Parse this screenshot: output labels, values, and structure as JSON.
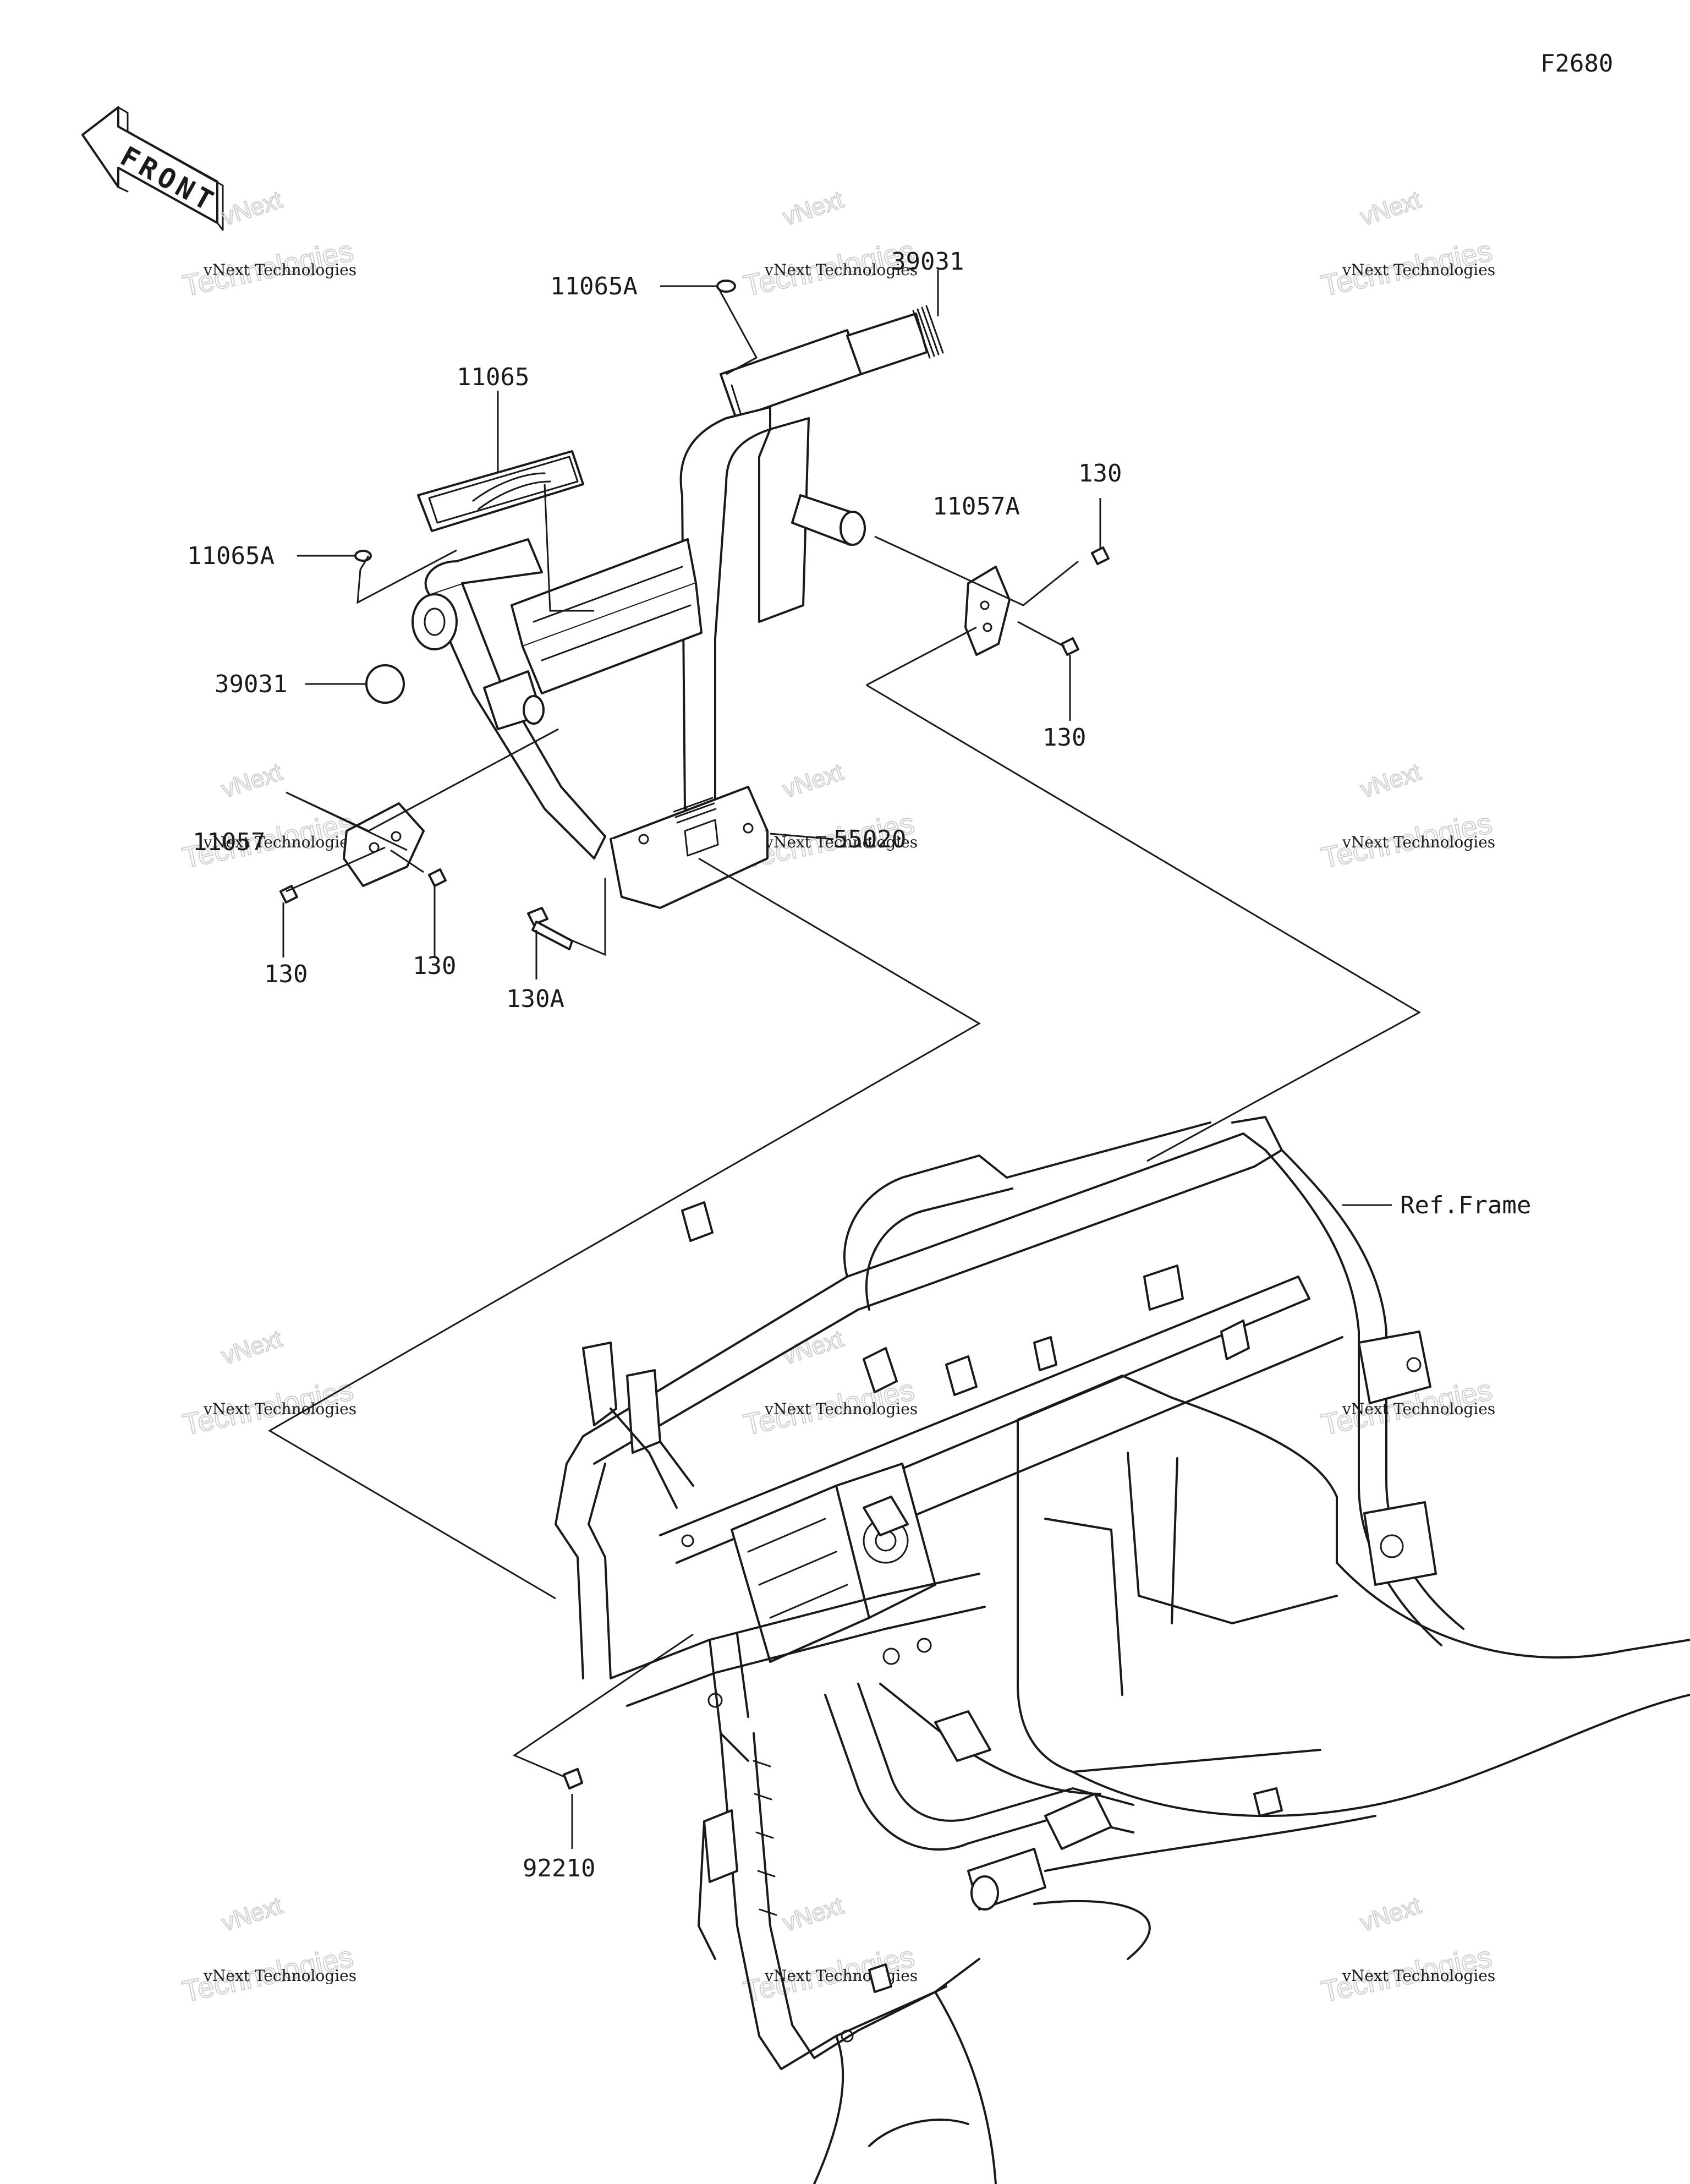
{
  "figure_code": "F2680",
  "front_arrow_label": "FRONT",
  "watermark": {
    "line1": "vNext Technologies",
    "line2": "Technologies",
    "line3": "vNext"
  },
  "callouts": [
    {
      "id": "c1",
      "text": "11065A"
    },
    {
      "id": "c2",
      "text": "39031"
    },
    {
      "id": "c3",
      "text": "11065"
    },
    {
      "id": "c4",
      "text": "11065A"
    },
    {
      "id": "c5",
      "text": "39031"
    },
    {
      "id": "c6",
      "text": "130"
    },
    {
      "id": "c7",
      "text": "11057A"
    },
    {
      "id": "c8",
      "text": "130"
    },
    {
      "id": "c9",
      "text": "11057"
    },
    {
      "id": "c10",
      "text": "55020"
    },
    {
      "id": "c11",
      "text": "130"
    },
    {
      "id": "c12",
      "text": "130"
    },
    {
      "id": "c13",
      "text": "130A"
    },
    {
      "id": "c14",
      "text": "Ref.Frame"
    },
    {
      "id": "c15",
      "text": "92210"
    }
  ]
}
